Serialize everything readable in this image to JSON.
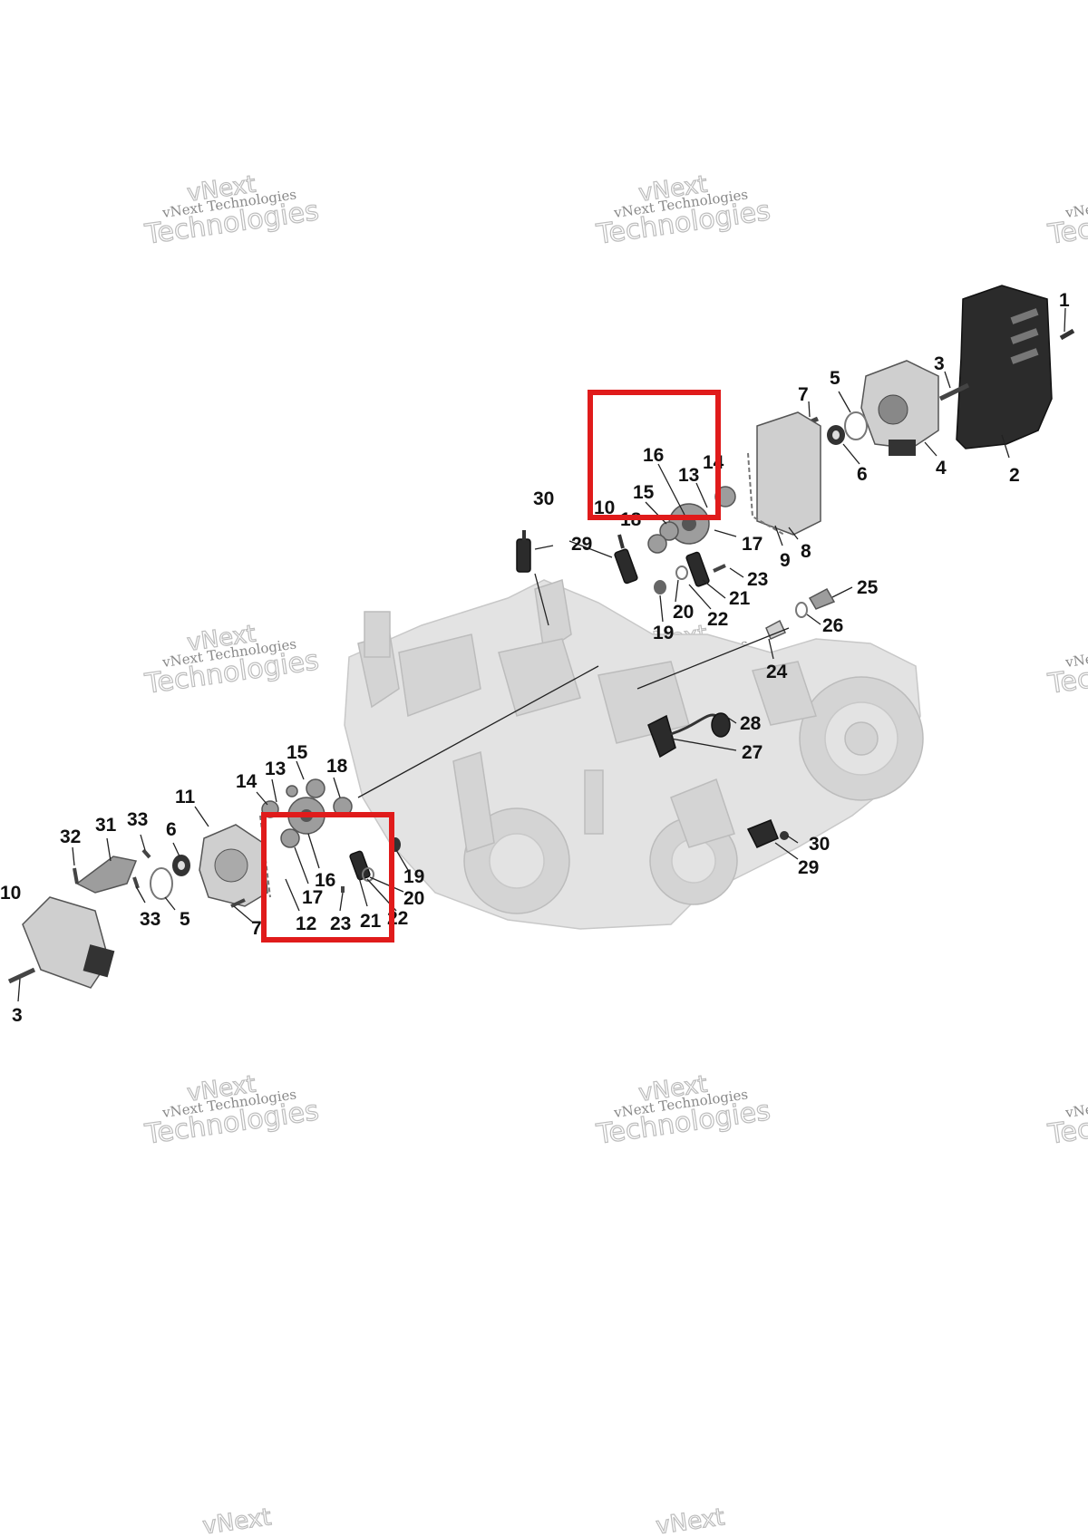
{
  "watermark": {
    "small": "vNext Technologies",
    "large_top": "vNext",
    "large_bottom": "Technologies"
  },
  "callouts_top": [
    "1",
    "2",
    "3",
    "5",
    "4",
    "7",
    "6",
    "16",
    "13",
    "14",
    "15",
    "10",
    "18",
    "8",
    "9",
    "17",
    "30",
    "29",
    "23",
    "21",
    "22",
    "20",
    "19",
    "25",
    "26",
    "24",
    "28",
    "27",
    "30",
    "29"
  ],
  "callouts_bottom": [
    "15",
    "13",
    "18",
    "14",
    "11",
    "33",
    "31",
    "32",
    "6",
    "10",
    "16",
    "17",
    "19",
    "20",
    "22",
    "21",
    "23",
    "12",
    "5",
    "33",
    "7",
    "3"
  ]
}
